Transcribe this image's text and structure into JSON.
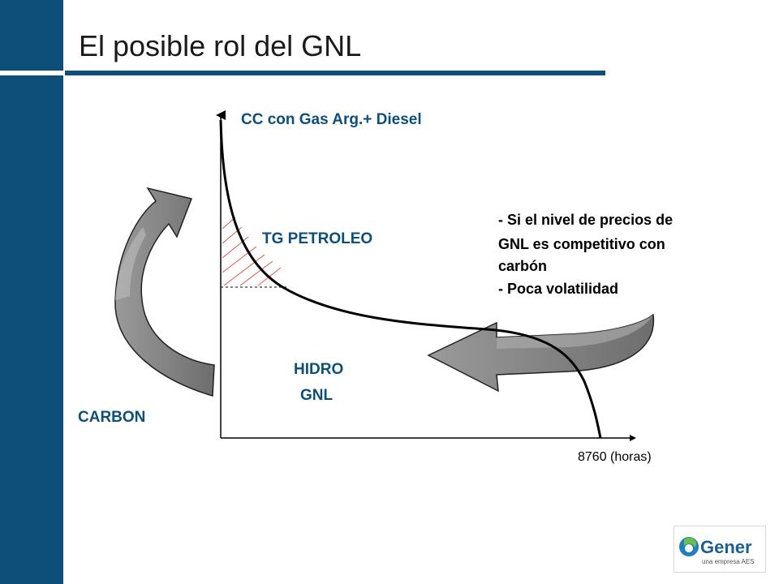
{
  "slide": {
    "title": "El posible rol del GNL"
  },
  "diagram": {
    "top_label": "CC con Gas Arg.+ Diesel",
    "tg_label": "TG PETROLEO",
    "hidro_label": "HIDRO",
    "gnl_label": "GNL",
    "carbon_label": "CARBON",
    "x_axis_label": "8760 (horas)",
    "notes": [
      "- Si el nivel de precios de",
      "GNL  es competitivo con",
      "carbón",
      "- Poca volatilidad"
    ]
  },
  "logo": {
    "name": "Gener",
    "tagline": "una empresa AES"
  },
  "colors": {
    "sidebar": "#0e4f7a",
    "label_blue": "#0e4f7a",
    "arrow_gray": "#808080",
    "hatch_red": "#e05050"
  }
}
